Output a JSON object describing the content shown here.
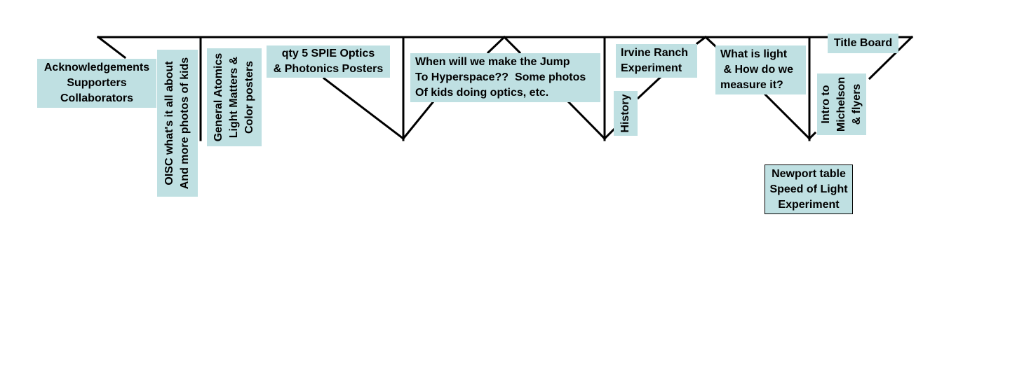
{
  "diagram": {
    "line_color": "#000000",
    "label_fill": "#bfe0e2",
    "labels": {
      "acknowledgements": "Acknowledgements\nSupporters\nCollaborators",
      "oisc": "OISC what's it all about\nAnd more photos of kids",
      "general_atomics": "General Atomics\nLight Matters &\nColor posters",
      "spie": "qty 5 SPIE Optics\n& Photonics Posters",
      "hyperspace": "When will we make the Jump\nTo Hyperspace??  Some photos\nOf kids doing optics, etc.",
      "irvine": "Irvine Ranch\nExperiment",
      "history": "History",
      "what_is_light": "What is light\n & How do we\nmeasure it?",
      "title_board": "Title Board",
      "michelson": "Intro to\nMichelson\n& flyers",
      "newport": "Newport table\nSpeed of Light\nExperiment"
    }
  }
}
